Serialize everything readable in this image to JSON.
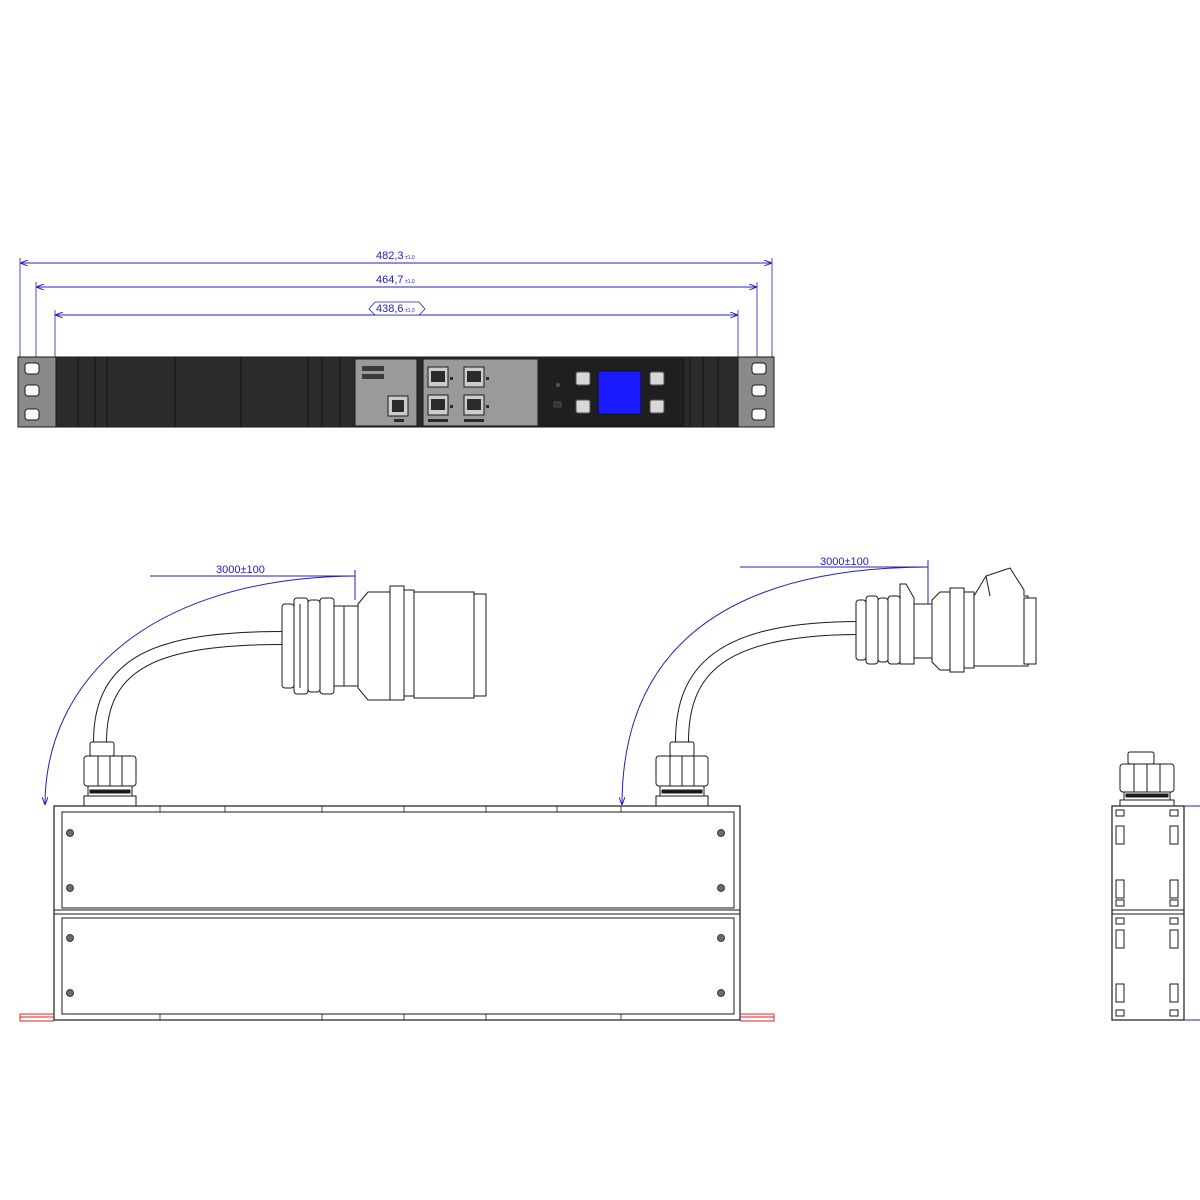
{
  "dimensions": {
    "overall_width": {
      "value": "482,3",
      "tolerance": "±1,0"
    },
    "mount_spacing": {
      "value": "464,7",
      "tolerance": "±1,0"
    },
    "body_width": {
      "value": "438,6",
      "tolerance": "±1,0"
    },
    "cable_length_left": "3000±100",
    "cable_length_right": "3000±100"
  },
  "colors": {
    "dimension_line": "#2020c0",
    "outline": "#1a1a1a",
    "panel_dark": "#2b2b2b",
    "module_grey": "#9a9a9a",
    "display_blue": "#1a1aff",
    "foot_red": "#e02020"
  }
}
